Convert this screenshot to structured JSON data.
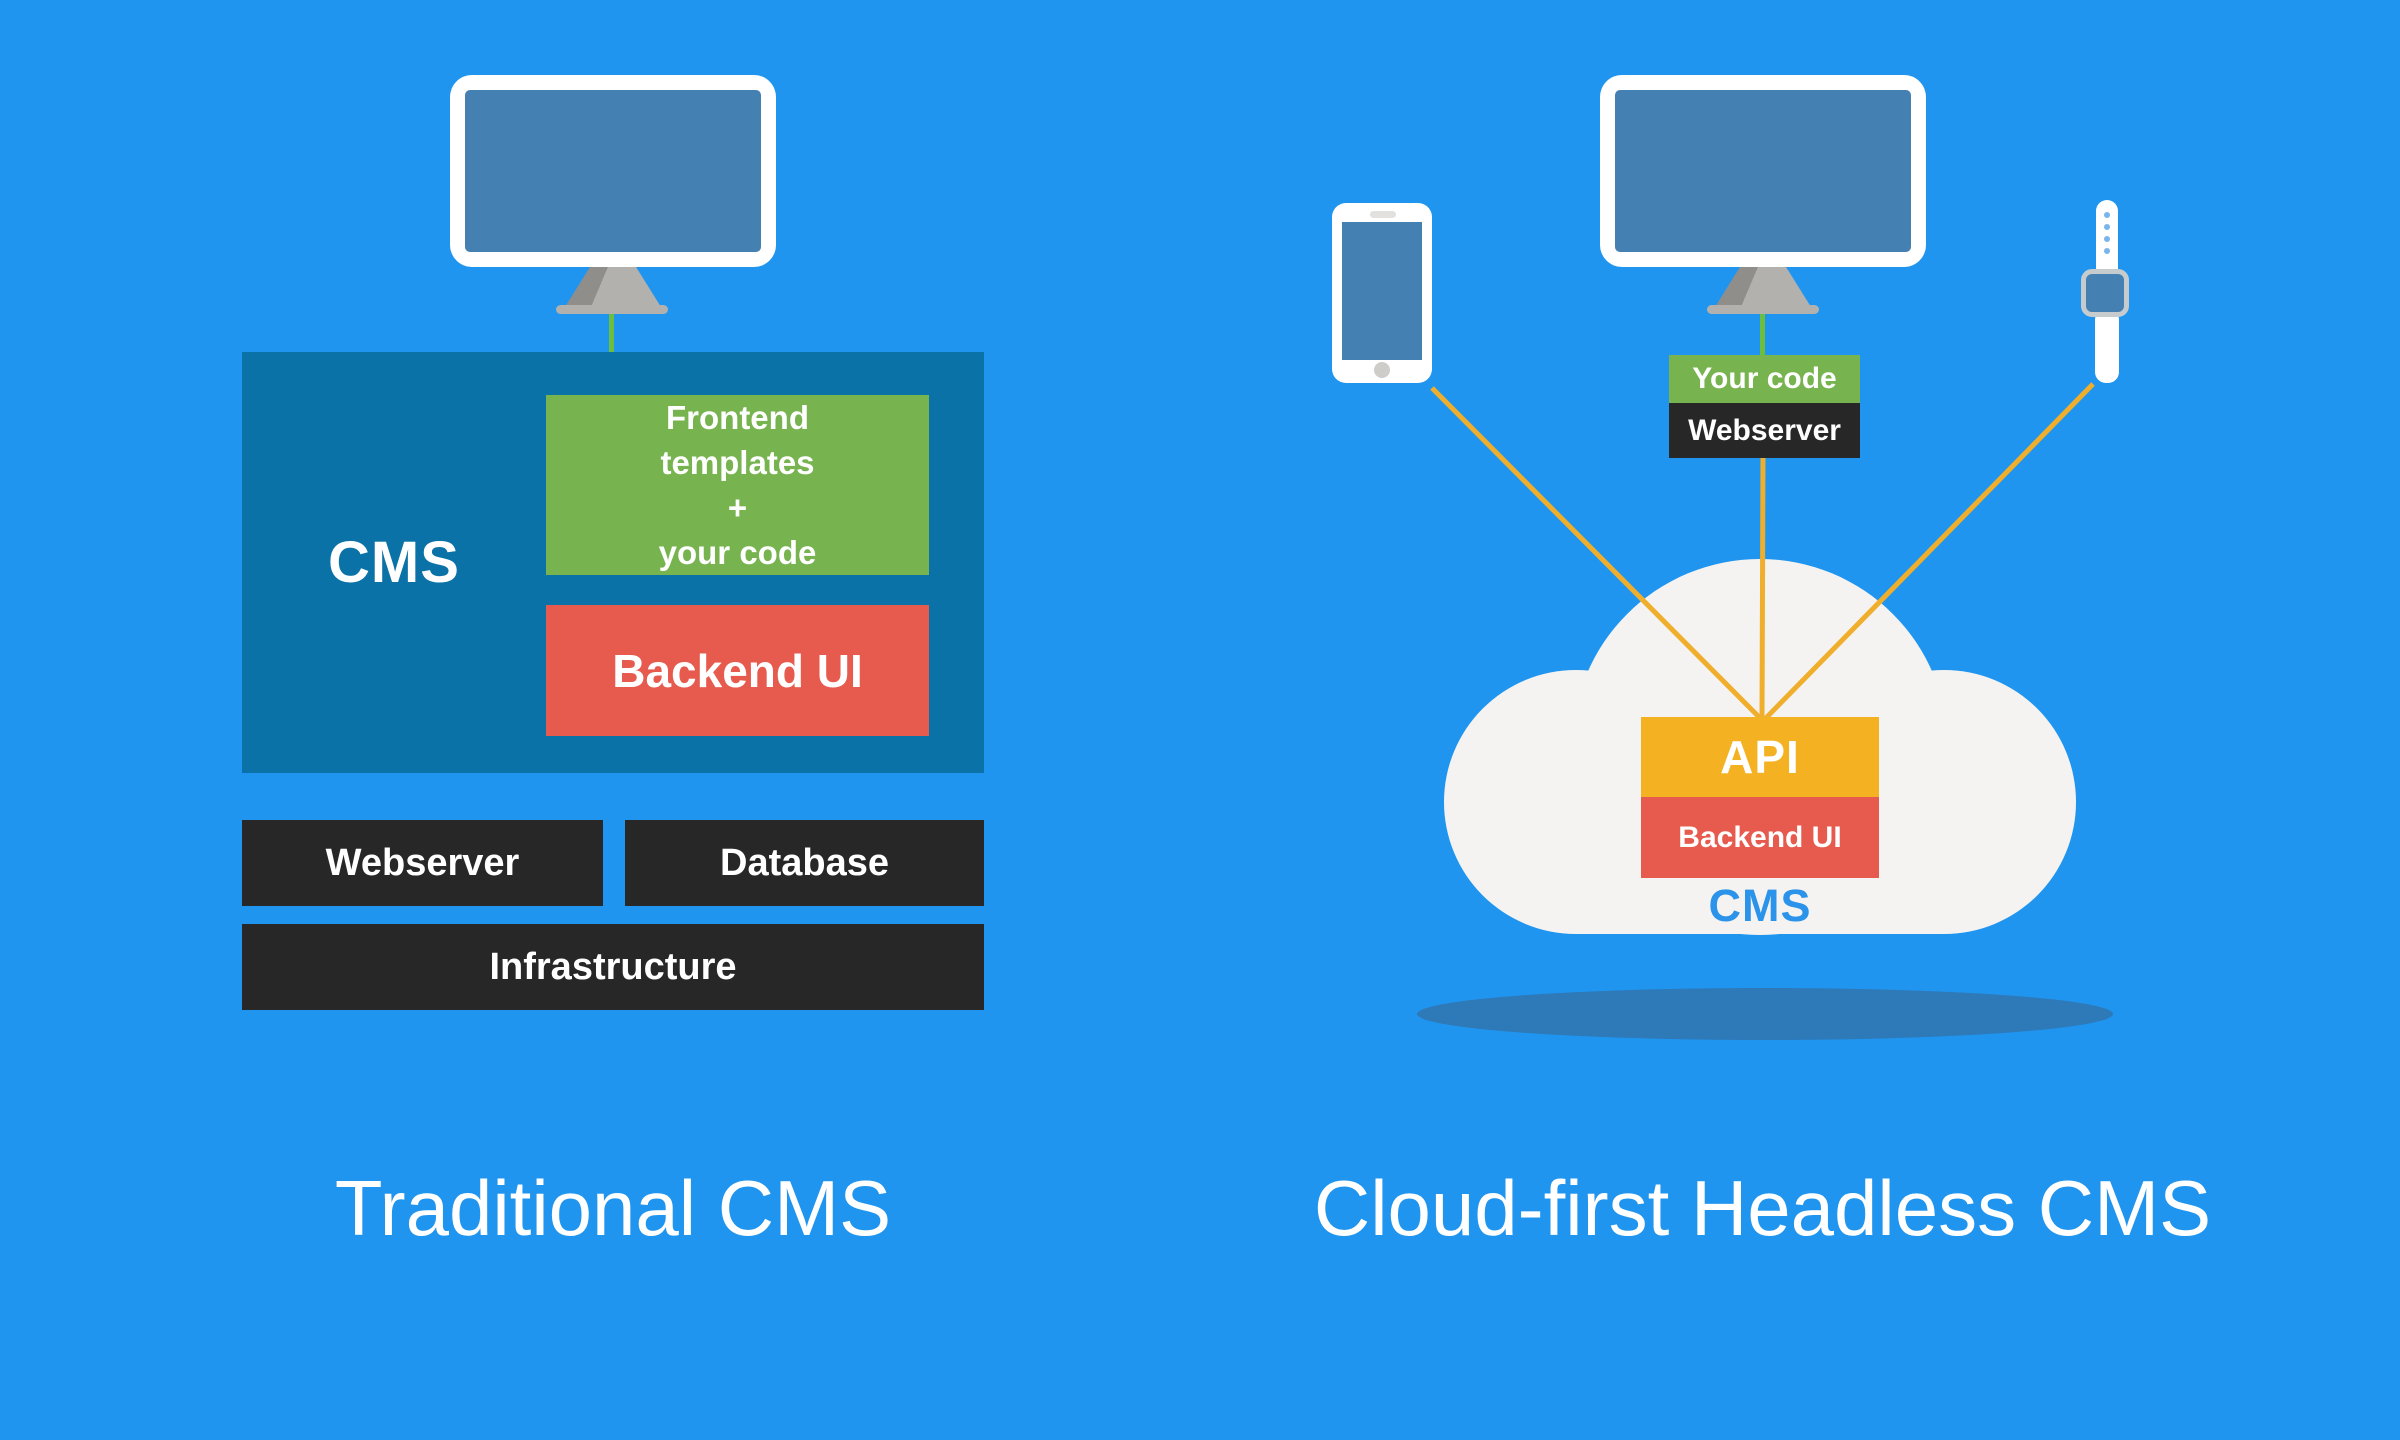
{
  "colors": {
    "bg": "#2095EF",
    "panel": "#0A72A6",
    "green": "#77B44F",
    "red": "#E75B4F",
    "orange": "#F4B223",
    "dark": "#272727",
    "cloud": "#F5F3F1",
    "shadow": "#2E79B8",
    "screen": "#4580B2",
    "stand_light": "#B3B1AE",
    "stand_dark": "#908E8B",
    "line_yellow": "#EFAE2B",
    "stem_green": "#6CBE3F",
    "cms_blue": "#2B93E9"
  },
  "left": {
    "cms_label": "CMS",
    "frontend_lines": [
      "Frontend",
      "templates",
      "+",
      "your code"
    ],
    "backend_label": "Backend UI",
    "webserver_label": "Webserver",
    "database_label": "Database",
    "infrastructure_label": "Infrastructure",
    "caption": "Traditional CMS"
  },
  "right": {
    "your_code_label": "Your code",
    "webserver_label": "Webserver",
    "api_label": "API",
    "backend_label": "Backend UI",
    "cms_label": "CMS",
    "caption": "Cloud-first Headless CMS"
  }
}
